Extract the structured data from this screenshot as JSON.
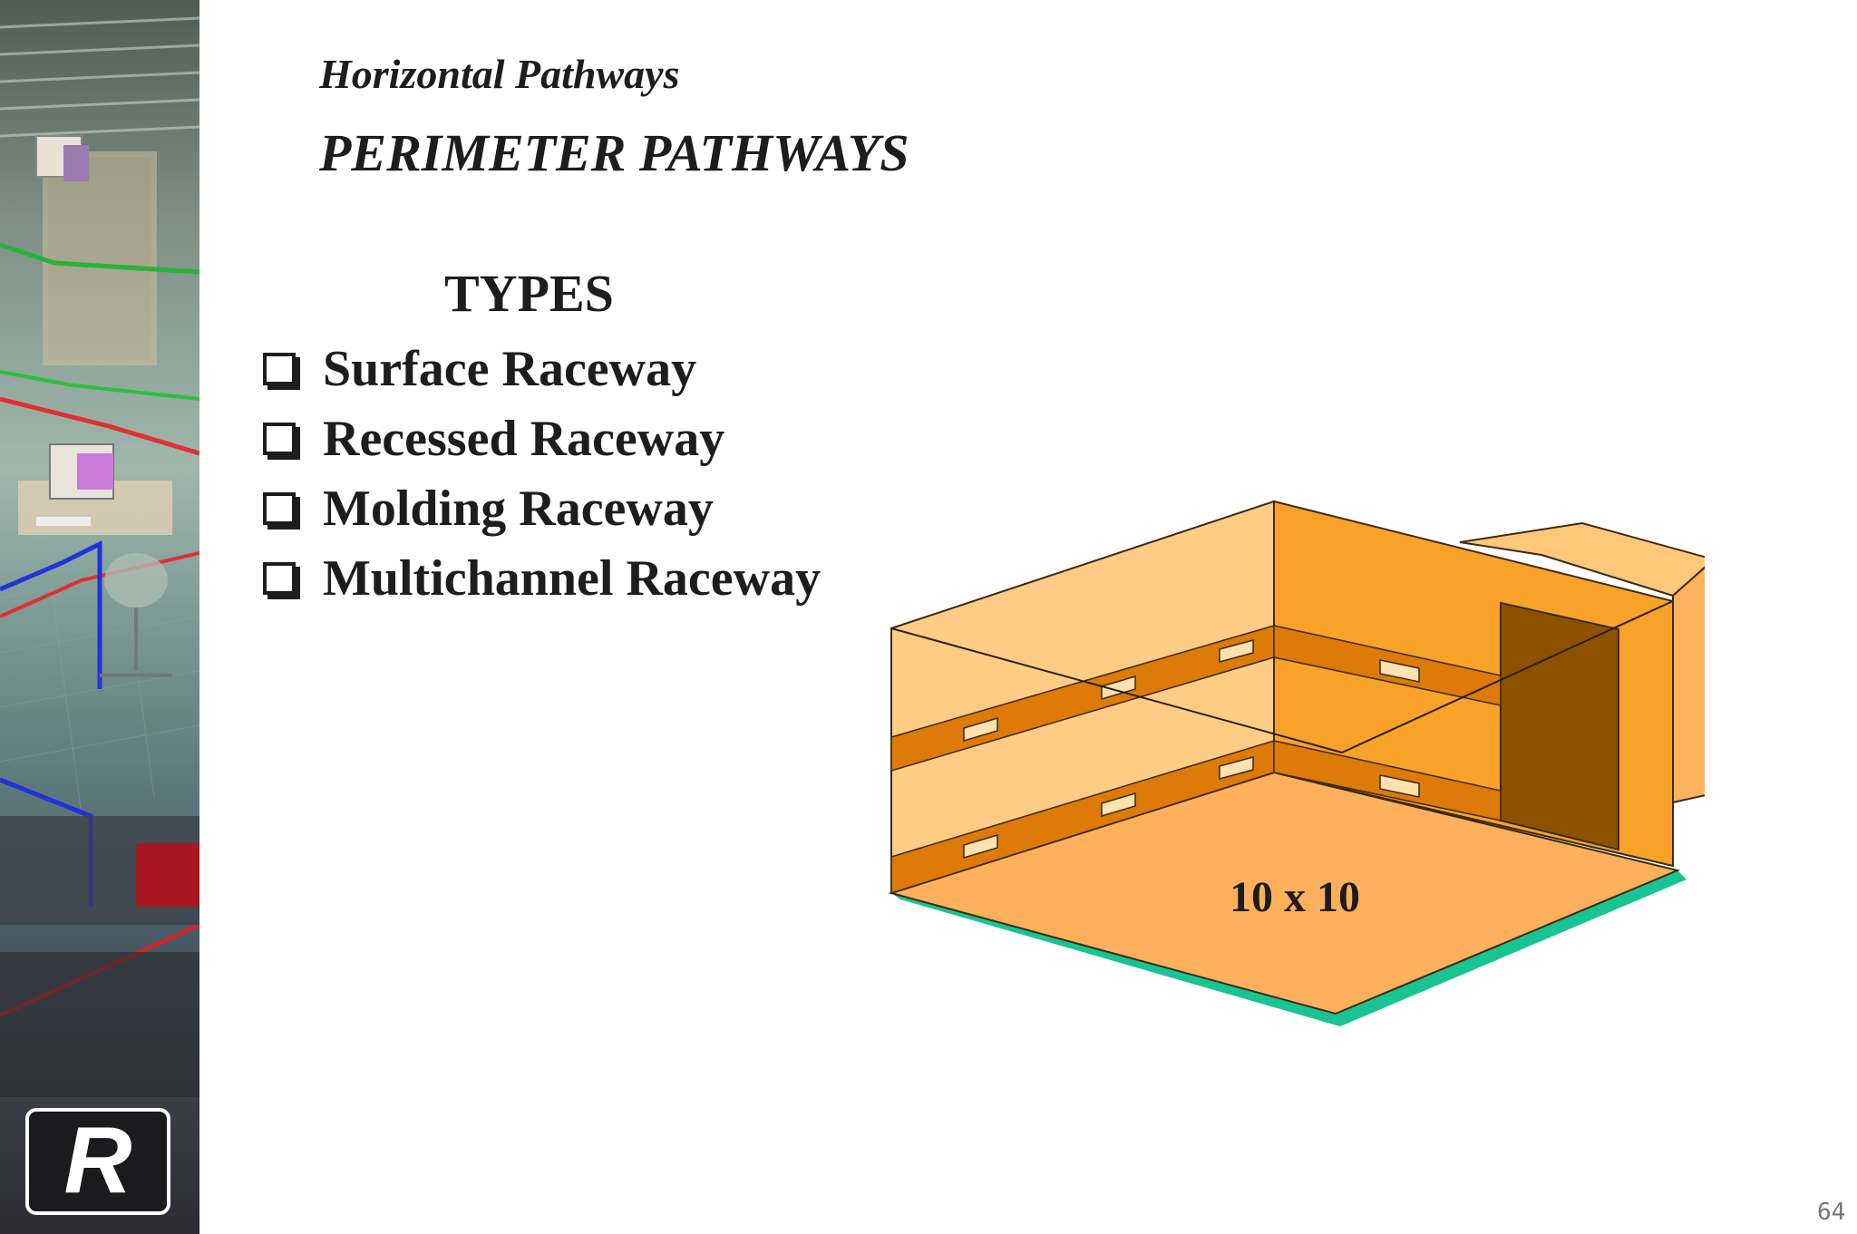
{
  "slide": {
    "subtitle": "Horizontal Pathways",
    "title": "PERIMETER PATHWAYS",
    "types_heading": "TYPES",
    "types": [
      "Surface Raceway",
      "Recessed Raceway",
      "Molding Raceway",
      "Multichannel Raceway"
    ],
    "room_label": "10 x 10",
    "page_number": "64"
  },
  "logo": {
    "letter": "R"
  },
  "colors": {
    "wall_light": "#ffcc85",
    "wall_dark": "#f9a22a",
    "floor": "#ffb05c",
    "raceway": "#dd7a08",
    "door": "#8c5200",
    "floor_edge": "#19c494",
    "text": "#1d1d1d"
  }
}
